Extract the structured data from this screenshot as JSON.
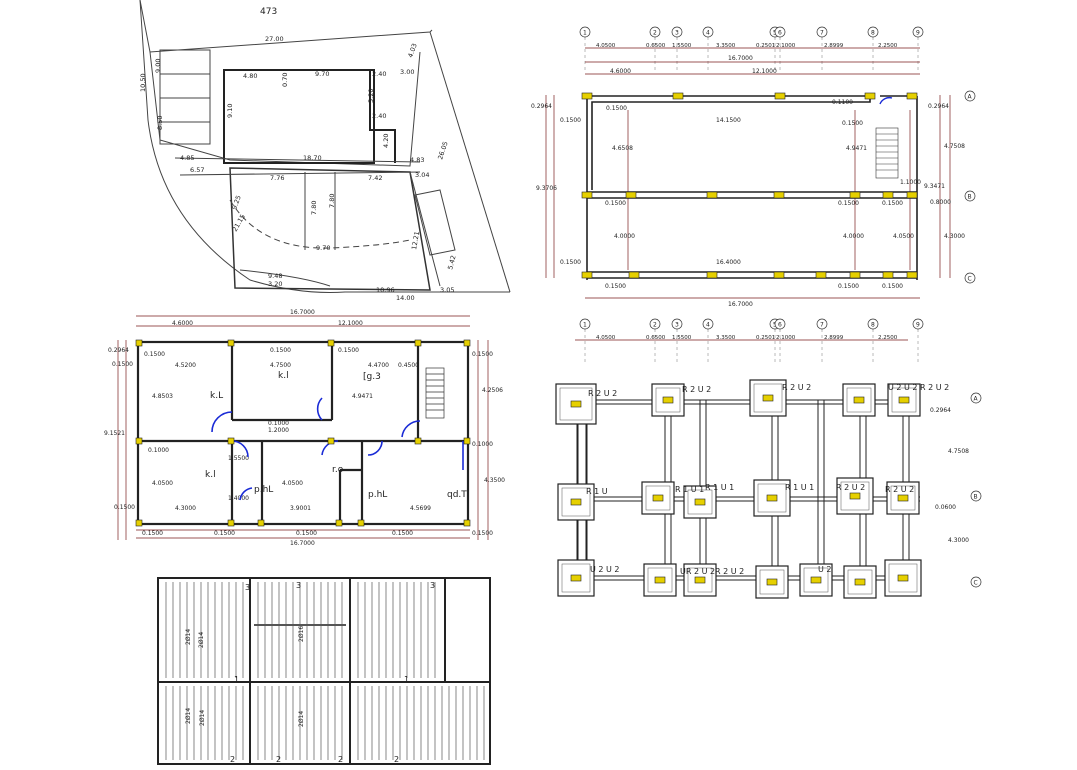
{
  "colors": {
    "line": "#444444",
    "wall": "#222222",
    "dim": "#7a1d1d",
    "column": "#e6d000",
    "door": "#1a2bd6",
    "grid_bubble": "#333333"
  },
  "site": {
    "lot_no": "473",
    "dims": {
      "top": "27.00",
      "top_right": "4.03",
      "left_side": "10.50",
      "house_left": "4.80",
      "house_mid": "9.70",
      "house_right": "2.40",
      "right_gap": "3.00",
      "v1": "9.10",
      "v2": "0.70",
      "v3": "5.20",
      "v4": "2.40",
      "v5": "4.20",
      "mid_left": "4.85",
      "mid_row": "18.70",
      "mid_right": "4.83",
      "diag_right": "26.05",
      "lower_left": "6.57",
      "lot_a": "7.76",
      "lot_b": "7.42",
      "lot_c": "3.04",
      "lot_d": "7.80",
      "lot_e": "7.80",
      "lot_f": "9.70",
      "lot_g": "9.25",
      "lot_h": "21.15",
      "lot_i": "12.21",
      "lot_j": "9.48",
      "lot_k": "3.20",
      "bottom_1": "10.96",
      "bottom_2": "14.00",
      "bottom_3": "3.05",
      "right_low": "5.42",
      "small_1": "9.00",
      "small_2": "8.50"
    }
  },
  "ground_plan": {
    "overall": "16.7000",
    "sub_left": "4.6000",
    "sub_right": "12.1000",
    "room_labels": [
      "k.L",
      "k.l",
      "[g.3",
      "k.l",
      "p.hL",
      "r.o",
      "p.hL",
      "qd.T"
    ],
    "dims": {
      "d1": "0.1500",
      "d2": "4.5200",
      "d3": "0.1500",
      "d4": "4.7500",
      "d5": "0.1500",
      "d6": "4.4700",
      "d7": "0.4500",
      "d8": "0.1500",
      "d9": "4.8503",
      "d10": "4.9471",
      "d11": "0.1000",
      "d12": "1.2000",
      "d13": "4.0500",
      "d14": "4.3000",
      "d15": "3.9001",
      "d16": "4.5699",
      "d17": "9.1521",
      "d18": "4.2506",
      "d19": "4.3500",
      "d20": "0.2964",
      "d21": "0.1500",
      "d22": "0.1000",
      "d23": "1.5500",
      "d24": "1.4000"
    }
  },
  "slab": {
    "labels": [
      "3",
      "3",
      "1",
      "1",
      "2",
      "2",
      "2",
      "2"
    ],
    "rebar": [
      "2Ø14",
      "2Ø14",
      "2Ø16",
      "2Ø14",
      "2Ø14",
      "2Ø14"
    ]
  },
  "column_plan": {
    "grid": [
      "1",
      "2",
      "3",
      "4",
      "5",
      "6",
      "7",
      "8",
      "9"
    ],
    "rows": [
      "A",
      "B",
      "C"
    ],
    "top_dims": [
      "4.0500",
      "0.6500",
      "1.5500",
      "3.3500",
      "0.2501",
      "2.1000",
      "2.8999",
      "2.2500"
    ],
    "overall": "16.7000",
    "sub_left": "4.6000",
    "sub_right": "12.1000",
    "inner": {
      "a": "0.1500",
      "b": "14.1500",
      "c": "0.1500",
      "d": "0.1500",
      "e": "0.1100",
      "f": "0.1500",
      "g": "4.6508",
      "h": "4.9471",
      "i": "4.0000",
      "j": "4.0000",
      "k": "4.0500",
      "l": "16.4000",
      "m": "0.1500",
      "n": "0.2964",
      "o": "4.7508",
      "p": "4.3000",
      "q": "9.3471",
      "r": "0.1500",
      "s": "1.1000",
      "t": "0.8000",
      "u": "9.3706"
    }
  },
  "foundation_plan": {
    "grid": [
      "1",
      "2",
      "3",
      "4",
      "5",
      "6",
      "7",
      "8",
      "9"
    ],
    "rows": [
      "A",
      "B",
      "C"
    ],
    "top_dims": [
      "4.0500",
      "0.6500",
      "1.5500",
      "3.3500",
      "0.2501",
      "2.1000",
      "2.8999",
      "2.2500"
    ],
    "side_dims": [
      "0.2964",
      "4.7508",
      "0.0600",
      "4.3000"
    ],
    "footing_labels": [
      "R 2 U 2",
      "R 2 U 2",
      "R 2 U 2",
      "U 2 U 2",
      "R 2 U 2",
      "R 1 U",
      "R 1 U 1",
      "R 1 U 1",
      "R 1 U 1",
      "R 2 U 2",
      "R 2 U 2",
      "U 2 U 2",
      "UR 2 U 2",
      "R 2 U 2",
      "U 2"
    ]
  }
}
